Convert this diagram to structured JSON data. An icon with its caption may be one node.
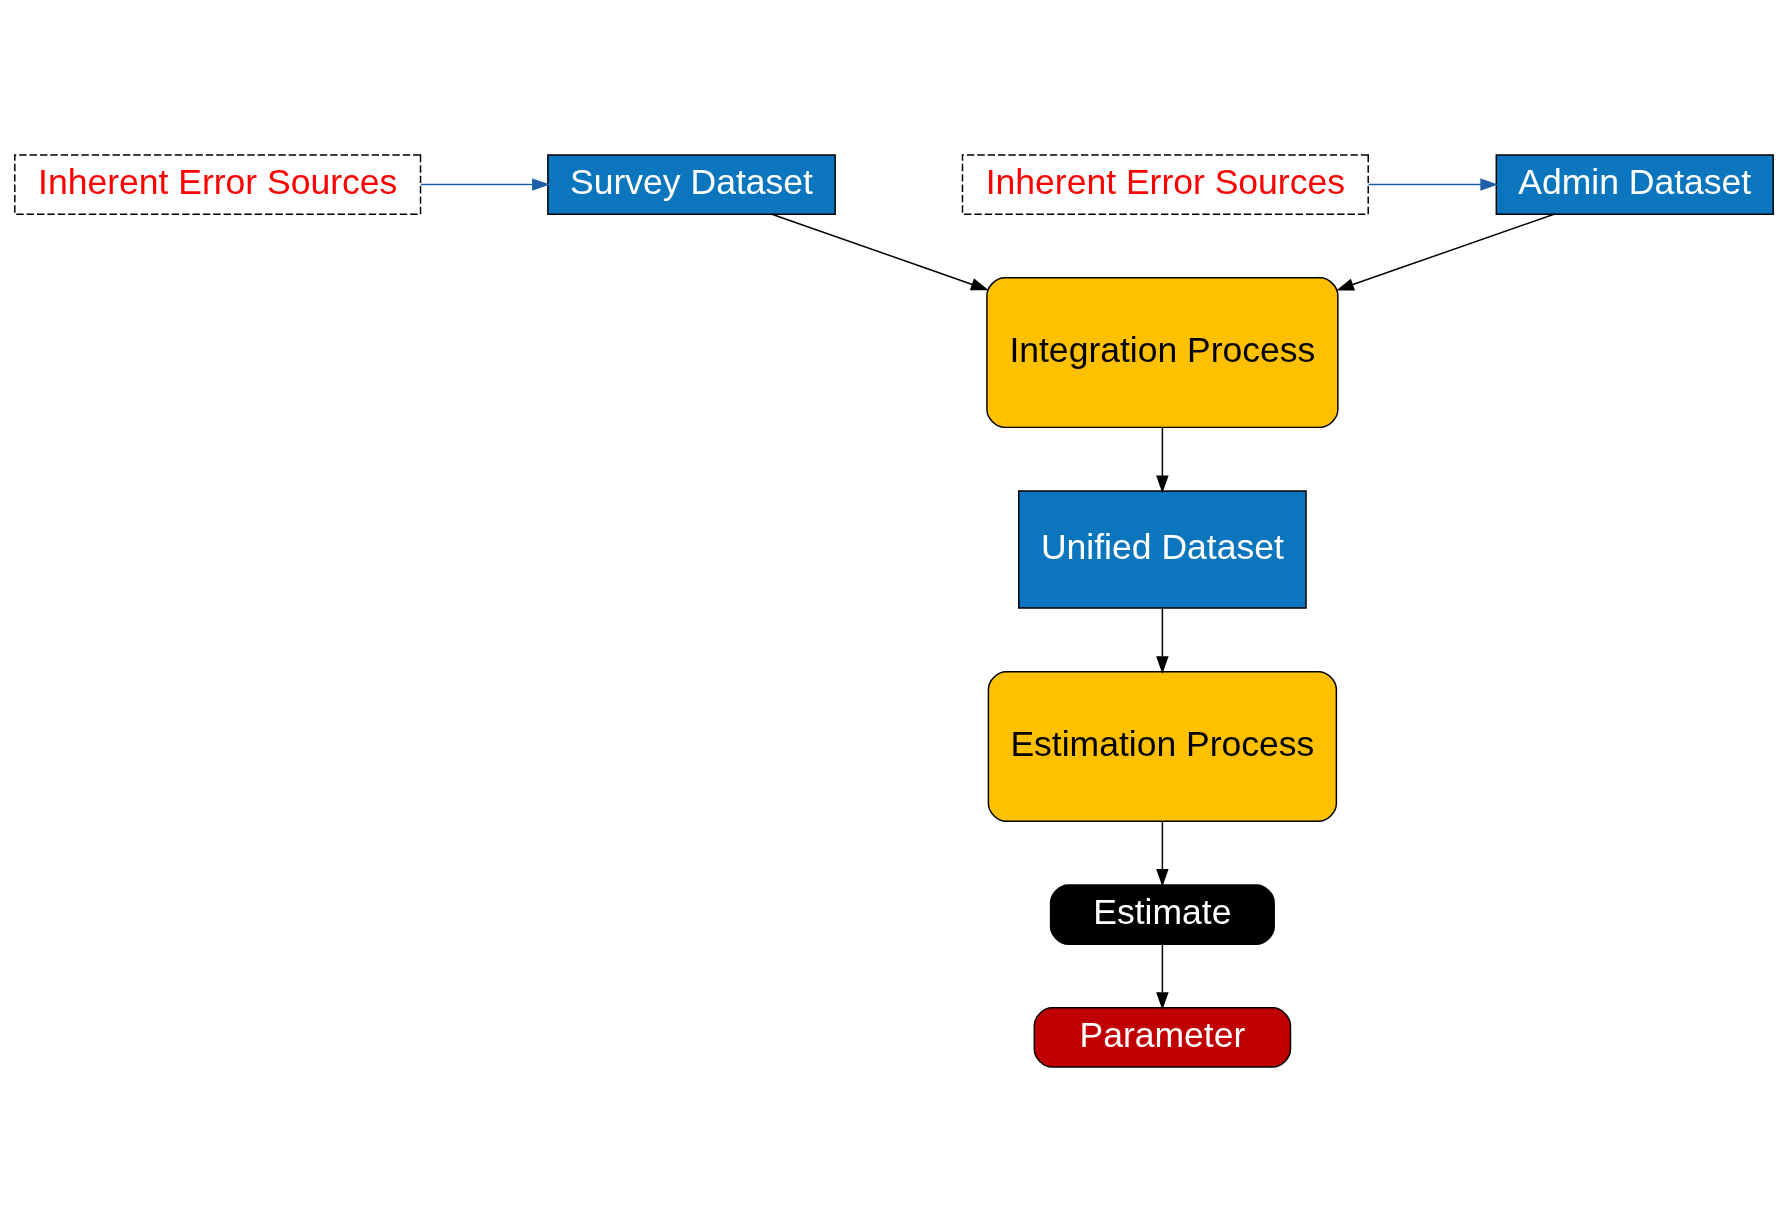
{
  "diagram": {
    "nodes": [
      {
        "text": [
          "Inherent Error Sources"
        ]
      },
      {
        "text": [
          "Survey Dataset"
        ]
      },
      {
        "text": [
          "Admin Dataset"
        ]
      },
      {
        "text": [
          "Inherent Error Sources"
        ]
      },
      {
        "text": [
          "Integration Process"
        ]
      },
      {
        "text": [
          "Unified Dataset"
        ]
      },
      {
        "text": [
          "Estimation Process"
        ]
      },
      {
        "text": [
          "Estimate"
        ]
      },
      {
        "text": [
          "Parameter"
        ]
      }
    ],
    "edges": [
      {
        "from": 0,
        "to": 1,
        "arrow": "to",
        "color": "#1f5fa8"
      },
      {
        "from": 3,
        "to": 2,
        "arrow": "to",
        "color": "#1f5fa8"
      },
      {
        "from": 1,
        "to": 4,
        "arrow": "to"
      },
      {
        "from": 2,
        "to": 4,
        "arrow": "to"
      },
      {
        "from": 4,
        "to": 5,
        "arrow": "to"
      },
      {
        "from": 5,
        "to": 6,
        "arrow": "to"
      },
      {
        "from": 6,
        "to": 7,
        "arrow": "to"
      },
      {
        "from": 7,
        "to": 8,
        "arrow": "to"
      }
    ]
  }
}
